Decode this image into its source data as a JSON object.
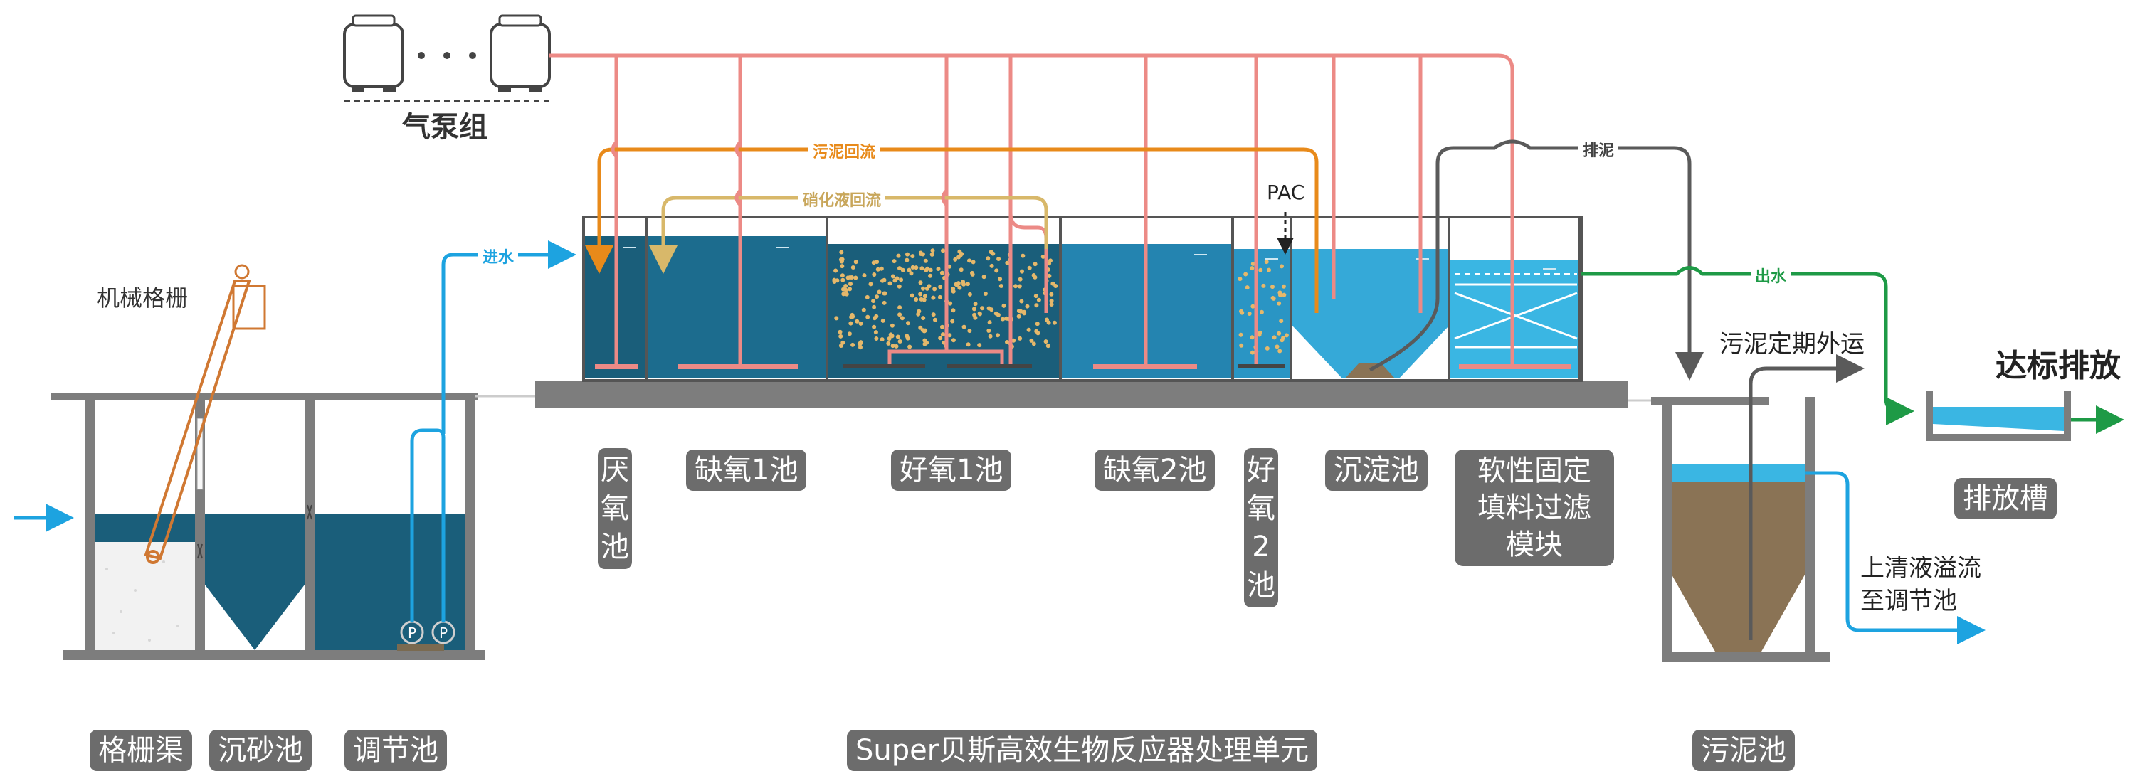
{
  "colors": {
    "water_dark": "#1a5e7a",
    "water_mid": "#2a7fa8",
    "water_light": "#3ab6e3",
    "air_pipe": "#ec8a86",
    "sludge_return": "#e88a1a",
    "nitrate_return": "#d8b86a",
    "inflow": "#1da3e0",
    "outflow": "#1e9a46",
    "sludge_pipe": "#5a5a5a",
    "sludge": "#8a7355",
    "label_bg": "#6c6c6c"
  },
  "equipment": {
    "blower_group": "气泵组",
    "screen_machine": "机械格栅",
    "pump_symbol": "P",
    "pac": "PAC"
  },
  "flows": {
    "inflow": "进水",
    "sludge_return": "污泥回流",
    "nitrate_return": "硝化液回流",
    "sludge_discharge": "排泥",
    "outflow": "出水"
  },
  "tanks": {
    "anaerobic": "厌氧池",
    "anoxic1": "缺氧1池",
    "aerobic1": "好氧1池",
    "anoxic2": "缺氧2池",
    "aerobic2": "好氧2池",
    "sedimentation": "沉淀池",
    "filter_module": "软性固定填料过滤模块",
    "discharge_tank": "排放槽"
  },
  "bottom_labels": {
    "grille": "格栅渠",
    "grit": "沉砂池",
    "regulating": "调节池",
    "reactor_unit": "Super贝斯高效生物反应器处理单元",
    "sludge_tank": "污泥池"
  },
  "annotations": {
    "discharge_standard": "达标排放",
    "sludge_outbound": "污泥定期外运",
    "supernatant": "上清液溢流至调节池"
  }
}
